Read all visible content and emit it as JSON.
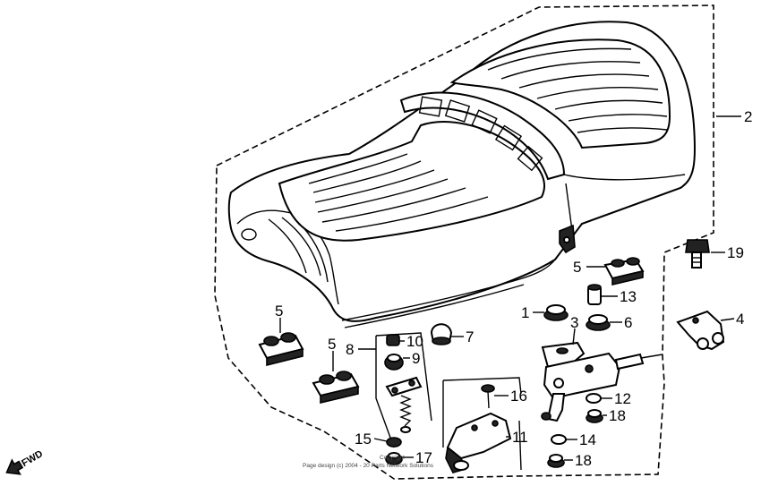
{
  "diagram": {
    "callouts": [
      {
        "id": "c2",
        "label": "2"
      },
      {
        "id": "c19",
        "label": "19"
      },
      {
        "id": "c5a",
        "label": "5"
      },
      {
        "id": "c13",
        "label": "13"
      },
      {
        "id": "c1",
        "label": "1"
      },
      {
        "id": "c3",
        "label": "3"
      },
      {
        "id": "c6",
        "label": "6"
      },
      {
        "id": "c4",
        "label": "4"
      },
      {
        "id": "c5b",
        "label": "5"
      },
      {
        "id": "c5c",
        "label": "5"
      },
      {
        "id": "c8",
        "label": "8"
      },
      {
        "id": "c10",
        "label": "10"
      },
      {
        "id": "c9",
        "label": "9"
      },
      {
        "id": "c7",
        "label": "7"
      },
      {
        "id": "c16",
        "label": "16"
      },
      {
        "id": "c12",
        "label": "12"
      },
      {
        "id": "c18a",
        "label": "18"
      },
      {
        "id": "c11",
        "label": "11"
      },
      {
        "id": "c14",
        "label": "14"
      },
      {
        "id": "c15",
        "label": "15"
      },
      {
        "id": "c17",
        "label": "17"
      },
      {
        "id": "c18b",
        "label": "18"
      }
    ],
    "fwd_label": "FWD",
    "copyright_line1": "Copyright",
    "copyright_line2": "Page design (c) 2004 - 20     Parts Network Solutions"
  }
}
